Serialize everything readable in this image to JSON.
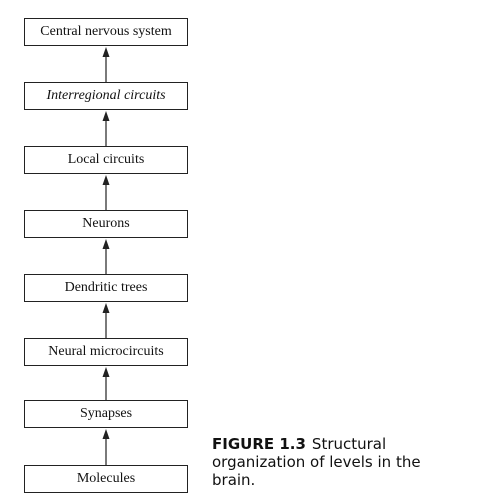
{
  "diagram": {
    "levels": [
      {
        "id": "central-nervous-system",
        "label": "Central nervous system",
        "italic": false
      },
      {
        "id": "interregional-circuits",
        "label": "Interregional circuits",
        "italic": true
      },
      {
        "id": "local-circuits",
        "label": "Local circuits",
        "italic": false
      },
      {
        "id": "neurons",
        "label": "Neurons",
        "italic": false
      },
      {
        "id": "dendritic-trees",
        "label": "Dendritic trees",
        "italic": false
      },
      {
        "id": "neural-microcircuits",
        "label": "Neural microcircuits",
        "italic": false
      },
      {
        "id": "synapses",
        "label": "Synapses",
        "italic": false
      },
      {
        "id": "molecules",
        "label": "Molecules",
        "italic": false
      }
    ],
    "arrow_direction": "up"
  },
  "caption": {
    "figure_label": "FIGURE 1.3",
    "text": "Structural organization of levels in the brain."
  }
}
